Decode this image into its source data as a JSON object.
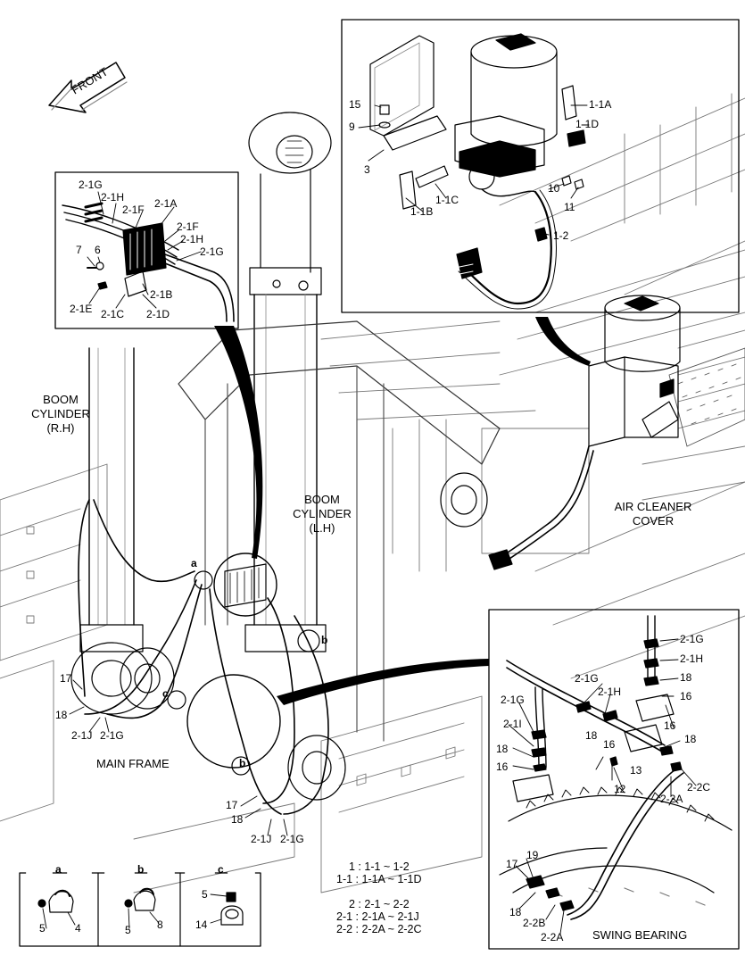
{
  "front_arrow": "FRONT",
  "zone_labels": {
    "boom_rh_1": "BOOM",
    "boom_rh_2": "CYLINDER",
    "boom_rh_3": "(R.H)",
    "boom_lh_1": "BOOM",
    "boom_lh_2": "CYLINDER",
    "boom_lh_3": "(L.H)",
    "air_cleaner_1": "AIR CLEANER",
    "air_cleaner_2": "COVER",
    "main_frame": "MAIN FRAME",
    "swing_bearing": "SWING BEARING"
  },
  "callouts_top_right": {
    "p15": "15",
    "p9": "9",
    "p3": "3",
    "p1_1a": "1-1A",
    "p1_1d": "1-1D",
    "p10": "10",
    "p11": "11",
    "p1_1b": "1-1B",
    "p1_1c": "1-1C",
    "p1_2": "1-2"
  },
  "callouts_top_left": {
    "g1": "2-1G",
    "h1": "2-1H",
    "f1": "2-1F",
    "a": "2-1A",
    "f2": "2-1F",
    "h2": "2-1H",
    "g2": "2-1G",
    "p7": "7",
    "p6": "6",
    "b": "2-1B",
    "e": "2-1E",
    "c": "2-1C",
    "d": "2-1D"
  },
  "callouts_main": {
    "p17a": "17",
    "p18a": "18",
    "j1": "2-1J",
    "g1": "2-1G",
    "a": "a",
    "b1": "b",
    "c": "c",
    "b2": "b",
    "p17b": "17",
    "p18b": "18",
    "j2": "2-1J",
    "g2": "2-1G"
  },
  "callouts_bottom_right": {
    "g1": "2-1G",
    "h1": "2-1H",
    "p18a": "18",
    "p16a": "16",
    "g2": "2-1G",
    "h2": "2-1H",
    "g3": "2-1G",
    "i": "2-1I",
    "p18b": "18",
    "p16b": "16",
    "p16c": "16",
    "p18c": "18",
    "p18d": "18",
    "p16d": "16",
    "p13": "13",
    "p12": "12",
    "c2c": "2-2C",
    "a2": "2-2A",
    "p19": "19",
    "p17": "17",
    "p18e": "18",
    "b2": "2-2B",
    "a3": "2-2A"
  },
  "details": {
    "a_title": "a",
    "a_p5": "5",
    "a_p4": "4",
    "b_title": "b",
    "b_p5": "5",
    "b_p8": "8",
    "c_title": "c",
    "c_p5": "5",
    "c_p14": "14"
  },
  "legend": [
    "1 : 1-1 ~ 1-2",
    "1-1 : 1-1A ~ 1-1D",
    "",
    "2 : 2-1 ~ 2-2",
    "2-1 : 2-1A ~ 2-1J",
    "2-2 : 2-2A ~ 2-2C"
  ],
  "colors": {
    "ink": "#000000",
    "faint": "#666666",
    "paper": "#ffffff"
  }
}
